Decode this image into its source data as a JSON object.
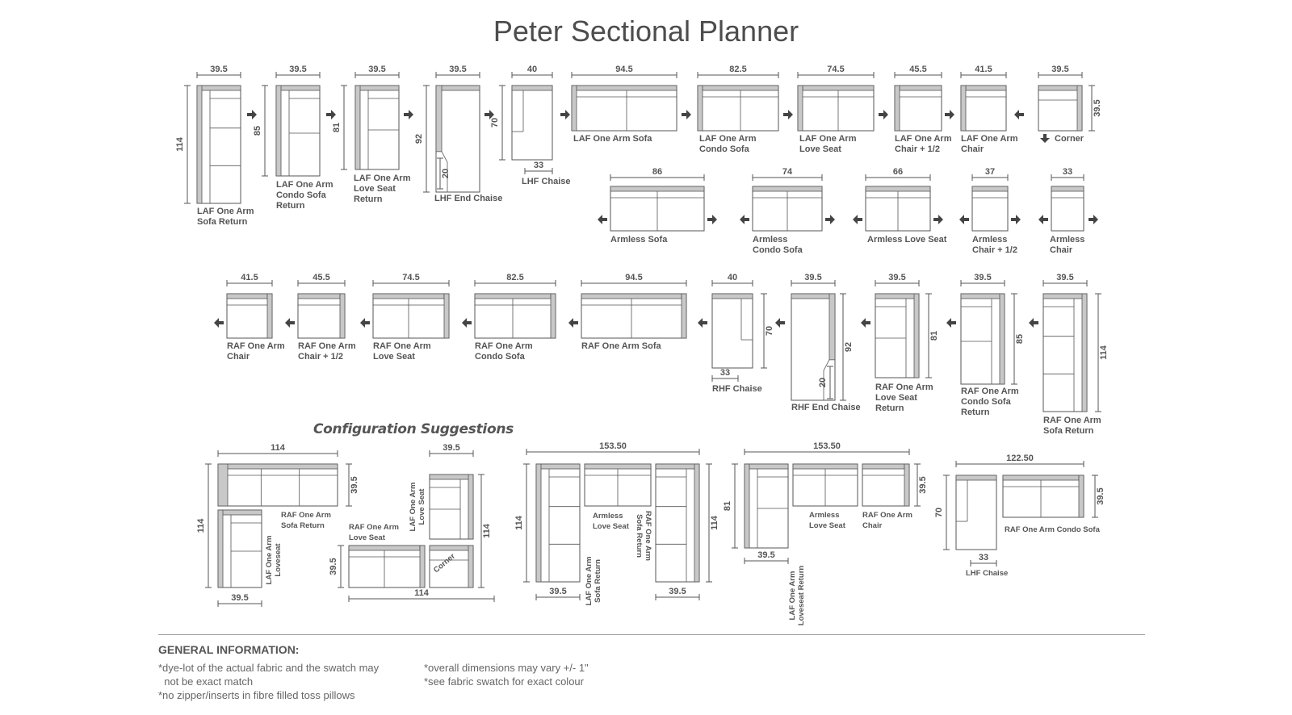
{
  "title": "Peter Sectional Planner",
  "colors": {
    "outline": "#555555",
    "arm": "#c8c8c8",
    "text": "#555555",
    "title": "#4d4d4d"
  },
  "pieces": [
    {
      "id": "laf-sofa-return",
      "label": [
        "LAF One Arm",
        "Sofa Return"
      ],
      "width": "39.5",
      "depth": "114",
      "arrow": "right"
    },
    {
      "id": "laf-condo-sofa-return",
      "label": [
        "LAF One Arm",
        "Condo Sofa",
        "Return"
      ],
      "width": "39.5",
      "depth": "85",
      "arrow": "right"
    },
    {
      "id": "laf-loveseat-return",
      "label": [
        "LAF One Arm",
        "Love Seat",
        "Return"
      ],
      "width": "39.5",
      "depth": "81",
      "arrow": "right"
    },
    {
      "id": "lhf-end-chaise",
      "label": [
        "LHF End Chaise"
      ],
      "width": "39.5",
      "depth": "92",
      "inner": "20",
      "arrow": "right"
    },
    {
      "id": "lhf-chaise",
      "label": [
        "LHF Chaise"
      ],
      "width": "40",
      "depth": "70",
      "inner": "33",
      "arrow": "right"
    },
    {
      "id": "laf-sofa",
      "label": [
        "LAF One Arm Sofa"
      ],
      "width": "94.5",
      "arrow": "right"
    },
    {
      "id": "laf-condo-sofa",
      "label": [
        "LAF One Arm",
        "Condo Sofa"
      ],
      "width": "82.5",
      "arrow": "right"
    },
    {
      "id": "laf-loveseat",
      "label": [
        "LAF One Arm",
        "Love Seat"
      ],
      "width": "74.5",
      "arrow": "right"
    },
    {
      "id": "laf-chair-half",
      "label": [
        "LAF One Arm",
        "Chair + 1/2"
      ],
      "width": "45.5",
      "arrow": "right"
    },
    {
      "id": "laf-chair",
      "label": [
        "LAF One Arm",
        "Chair"
      ],
      "width": "41.5",
      "arrow": "right"
    },
    {
      "id": "corner",
      "label": [
        "Corner"
      ],
      "width": "39.5",
      "depth": "39.5",
      "arrow": "down"
    },
    {
      "id": "armless-sofa",
      "label": [
        "Armless Sofa"
      ],
      "width": "86",
      "arrow": "both"
    },
    {
      "id": "armless-condo-sofa",
      "label": [
        "Armless",
        "Condo Sofa"
      ],
      "width": "74",
      "arrow": "both"
    },
    {
      "id": "armless-loveseat",
      "label": [
        "Armless Love Seat"
      ],
      "width": "66",
      "arrow": "both"
    },
    {
      "id": "armless-chair-half",
      "label": [
        "Armless",
        "Chair + 1/2"
      ],
      "width": "37",
      "arrow": "both"
    },
    {
      "id": "armless-chair",
      "label": [
        "Armless",
        "Chair"
      ],
      "width": "33",
      "arrow": "both"
    },
    {
      "id": "raf-chair",
      "label": [
        "RAF One Arm",
        "Chair"
      ],
      "width": "41.5",
      "arrow": "left"
    },
    {
      "id": "raf-chair-half",
      "label": [
        "RAF One Arm",
        "Chair + 1/2"
      ],
      "width": "45.5",
      "arrow": "left"
    },
    {
      "id": "raf-loveseat",
      "label": [
        "RAF One Arm",
        "Love Seat"
      ],
      "width": "74.5",
      "arrow": "left"
    },
    {
      "id": "raf-condo-sofa",
      "label": [
        "RAF One Arm",
        "Condo Sofa"
      ],
      "width": "82.5",
      "arrow": "left"
    },
    {
      "id": "raf-sofa",
      "label": [
        "RAF One Arm Sofa"
      ],
      "width": "94.5",
      "arrow": "left"
    },
    {
      "id": "rhf-chaise",
      "label": [
        "RHF Chaise"
      ],
      "width": "40",
      "depth": "70",
      "inner": "33",
      "arrow": "left"
    },
    {
      "id": "rhf-end-chaise",
      "label": [
        "RHF End Chaise"
      ],
      "width": "39.5",
      "depth": "92",
      "inner": "20",
      "arrow": "left"
    },
    {
      "id": "raf-loveseat-return",
      "label": [
        "RAF One Arm",
        "Love Seat",
        "Return"
      ],
      "width": "39.5",
      "depth": "81",
      "arrow": "left"
    },
    {
      "id": "raf-condo-sofa-return",
      "label": [
        "RAF One Arm",
        "Condo Sofa",
        "Return"
      ],
      "width": "39.5",
      "depth": "85",
      "arrow": "left"
    },
    {
      "id": "raf-sofa-return",
      "label": [
        "RAF One Arm",
        "Sofa Return"
      ],
      "width": "39.5",
      "depth": "114",
      "arrow": "left"
    }
  ],
  "configuration_title": "Configuration Suggestions",
  "configurations": [
    {
      "id": "cfg-1",
      "dims": [
        "114",
        "39.5",
        "114",
        "39.5"
      ],
      "labels": [
        [
          "RAF One Arm",
          "Sofa Return"
        ],
        [
          "LAF One Arm",
          "Loveseat"
        ]
      ]
    },
    {
      "id": "cfg-2",
      "dims": [
        "39.5",
        "114",
        "39.5",
        "114"
      ],
      "labels": [
        [
          "LAF One Arm",
          "Love Seat"
        ],
        [
          "RAF One Arm",
          "Love Seat"
        ],
        [
          "Corner"
        ]
      ]
    },
    {
      "id": "cfg-3",
      "dims": [
        "153.50",
        "114",
        "114",
        "39.5",
        "39.5"
      ],
      "labels": [
        [
          "Armless",
          "Love Seat"
        ],
        [
          "LAF One Arm",
          "Sofa Return"
        ],
        [
          "RAF One Arm",
          "Sofa Return"
        ]
      ]
    },
    {
      "id": "cfg-4",
      "dims": [
        "153.50",
        "81",
        "39.5",
        "39.5"
      ],
      "labels": [
        [
          "Armless",
          "Love Seat"
        ],
        [
          "RAF One Arm",
          "Chair"
        ],
        [
          "LAF One Arm",
          "Loveseat Return"
        ]
      ]
    },
    {
      "id": "cfg-5",
      "dims": [
        "122.50",
        "70",
        "39.5",
        "33"
      ],
      "labels": [
        [
          "RAF One Arm Condo Sofa"
        ],
        [
          "LHF Chaise"
        ]
      ]
    }
  ],
  "general_info": {
    "title": "GENERAL INFORMATION:",
    "left": [
      "*dye-lot of the actual fabric and the swatch may",
      "  not be exact match",
      "*no zipper/inserts in fibre filled toss pillows"
    ],
    "right": [
      "*overall dimensions may vary +/- 1\"",
      "*see fabric swatch for exact colour"
    ]
  }
}
